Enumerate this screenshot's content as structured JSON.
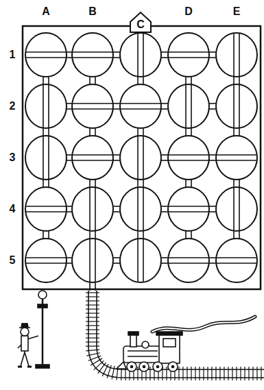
{
  "diagram": {
    "labels": [
      "A",
      "B",
      "C",
      "D",
      "E",
      "1",
      "2",
      "3",
      "4",
      "5"
    ]
  }
}
